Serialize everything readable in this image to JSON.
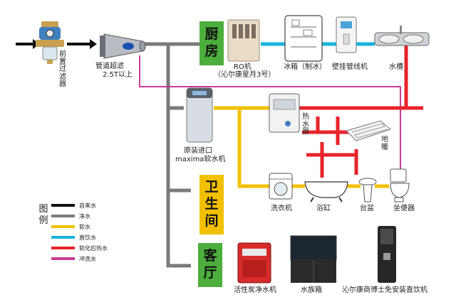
{
  "devices": {
    "prefilter": "前置过滤器",
    "ultrafilter_1": "管道超滤",
    "ultrafilter_2": "2.5T以上",
    "ro_1": "RO机",
    "ro_2": "（沁尔康星月3号）",
    "fridge": "冰箱（制冰）",
    "wall_dispenser": "壁挂管线机",
    "sink": "水槽",
    "softener_1": "原装进口",
    "softener_2": "maxima软水机",
    "water_heater": "热水器",
    "floor_heating": "地暖",
    "washer": "洗衣机",
    "bathtub": "浴缸",
    "basin": "台盆",
    "toilet": "坐便器",
    "carbon_machine": "活性炭净水机",
    "fish_tank": "水族箱",
    "direct_drinker": "沁尔康商博士免安装直饮机"
  },
  "rooms": {
    "kitchen": "厨房",
    "bathroom": "卫生间",
    "living": "客厅"
  },
  "legend": {
    "title": "图例",
    "items": [
      {
        "label": "自来水",
        "color": "#111111"
      },
      {
        "label": "净水",
        "color": "#7a7a7a"
      },
      {
        "label": "软水",
        "color": "#f2c000"
      },
      {
        "label": "直饮水",
        "color": "#1ab3dd"
      },
      {
        "label": "软化后热水",
        "color": "#e8232b"
      },
      {
        "label": "冲洗水",
        "color": "#c83c96"
      }
    ]
  },
  "colors": {
    "room_box": "#4cae3c",
    "room_bar": "#f2c000",
    "tap_water": "#111111",
    "pure_water": "#7a7a7a",
    "soft_water": "#f2c000",
    "direct_water": "#1ab3dd",
    "hot_water": "#e8232b",
    "flush_water": "#c83c96"
  }
}
